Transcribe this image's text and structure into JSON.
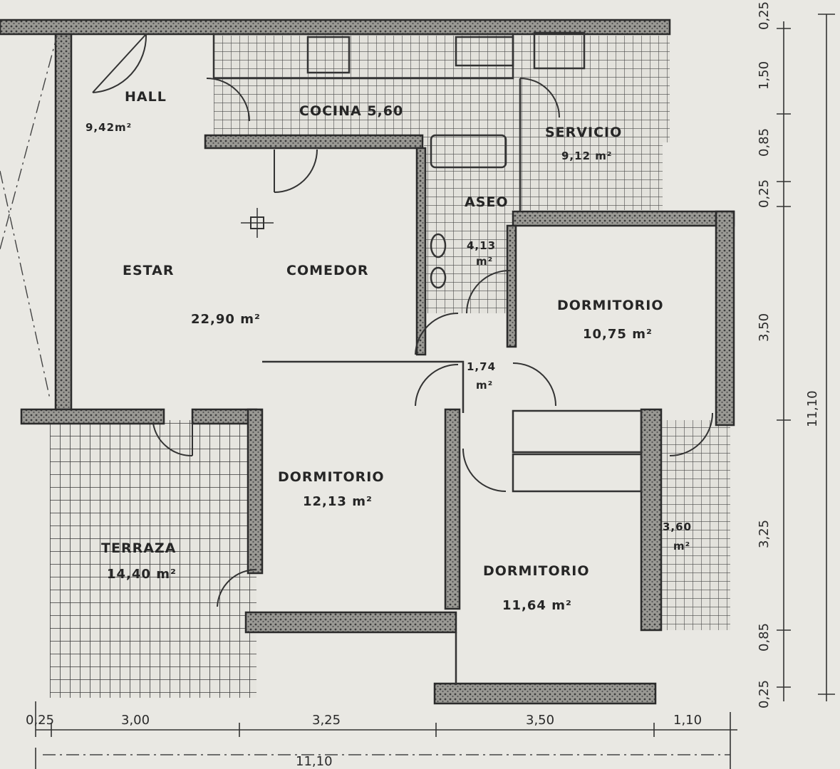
{
  "rooms": {
    "hall": {
      "name": "HALL",
      "area": "9,42m²"
    },
    "cocina": {
      "name": "COCINA 5,60",
      "area": ""
    },
    "servicio": {
      "name": "SERVICIO",
      "area": "9,12 m²"
    },
    "aseo": {
      "name": "ASEO",
      "area": "4,13",
      "unit": "m²"
    },
    "estar": {
      "name": "ESTAR"
    },
    "comedor": {
      "name": "COMEDOR",
      "area": "22,90 m²"
    },
    "dormitorio1": {
      "name": "DORMITORIO",
      "area": "10,75 m²"
    },
    "pasillo": {
      "area": "1,74",
      "unit": "m²"
    },
    "dormitorio2": {
      "name": "DORMITORIO",
      "area": "12,13 m²"
    },
    "terraza": {
      "name": "TERRAZA",
      "area": "14,40 m²"
    },
    "dormitorio3": {
      "name": "DORMITORIO",
      "area": "11,64 m²"
    },
    "balcon": {
      "area": "3,60",
      "unit": "m²"
    }
  },
  "dimensions": {
    "bottom": [
      "0,25",
      "3,00",
      "3,25",
      "3,50",
      "1,10"
    ],
    "bottom_total": "11,10",
    "right": [
      "0,25",
      "1,50",
      "0,85",
      "0,25",
      "3,50",
      "3,25",
      "0,85",
      "0,25"
    ],
    "right_total": "11,10"
  },
  "colors": {
    "paper": "#e9e8e3",
    "ink": "#2b2b2b"
  }
}
